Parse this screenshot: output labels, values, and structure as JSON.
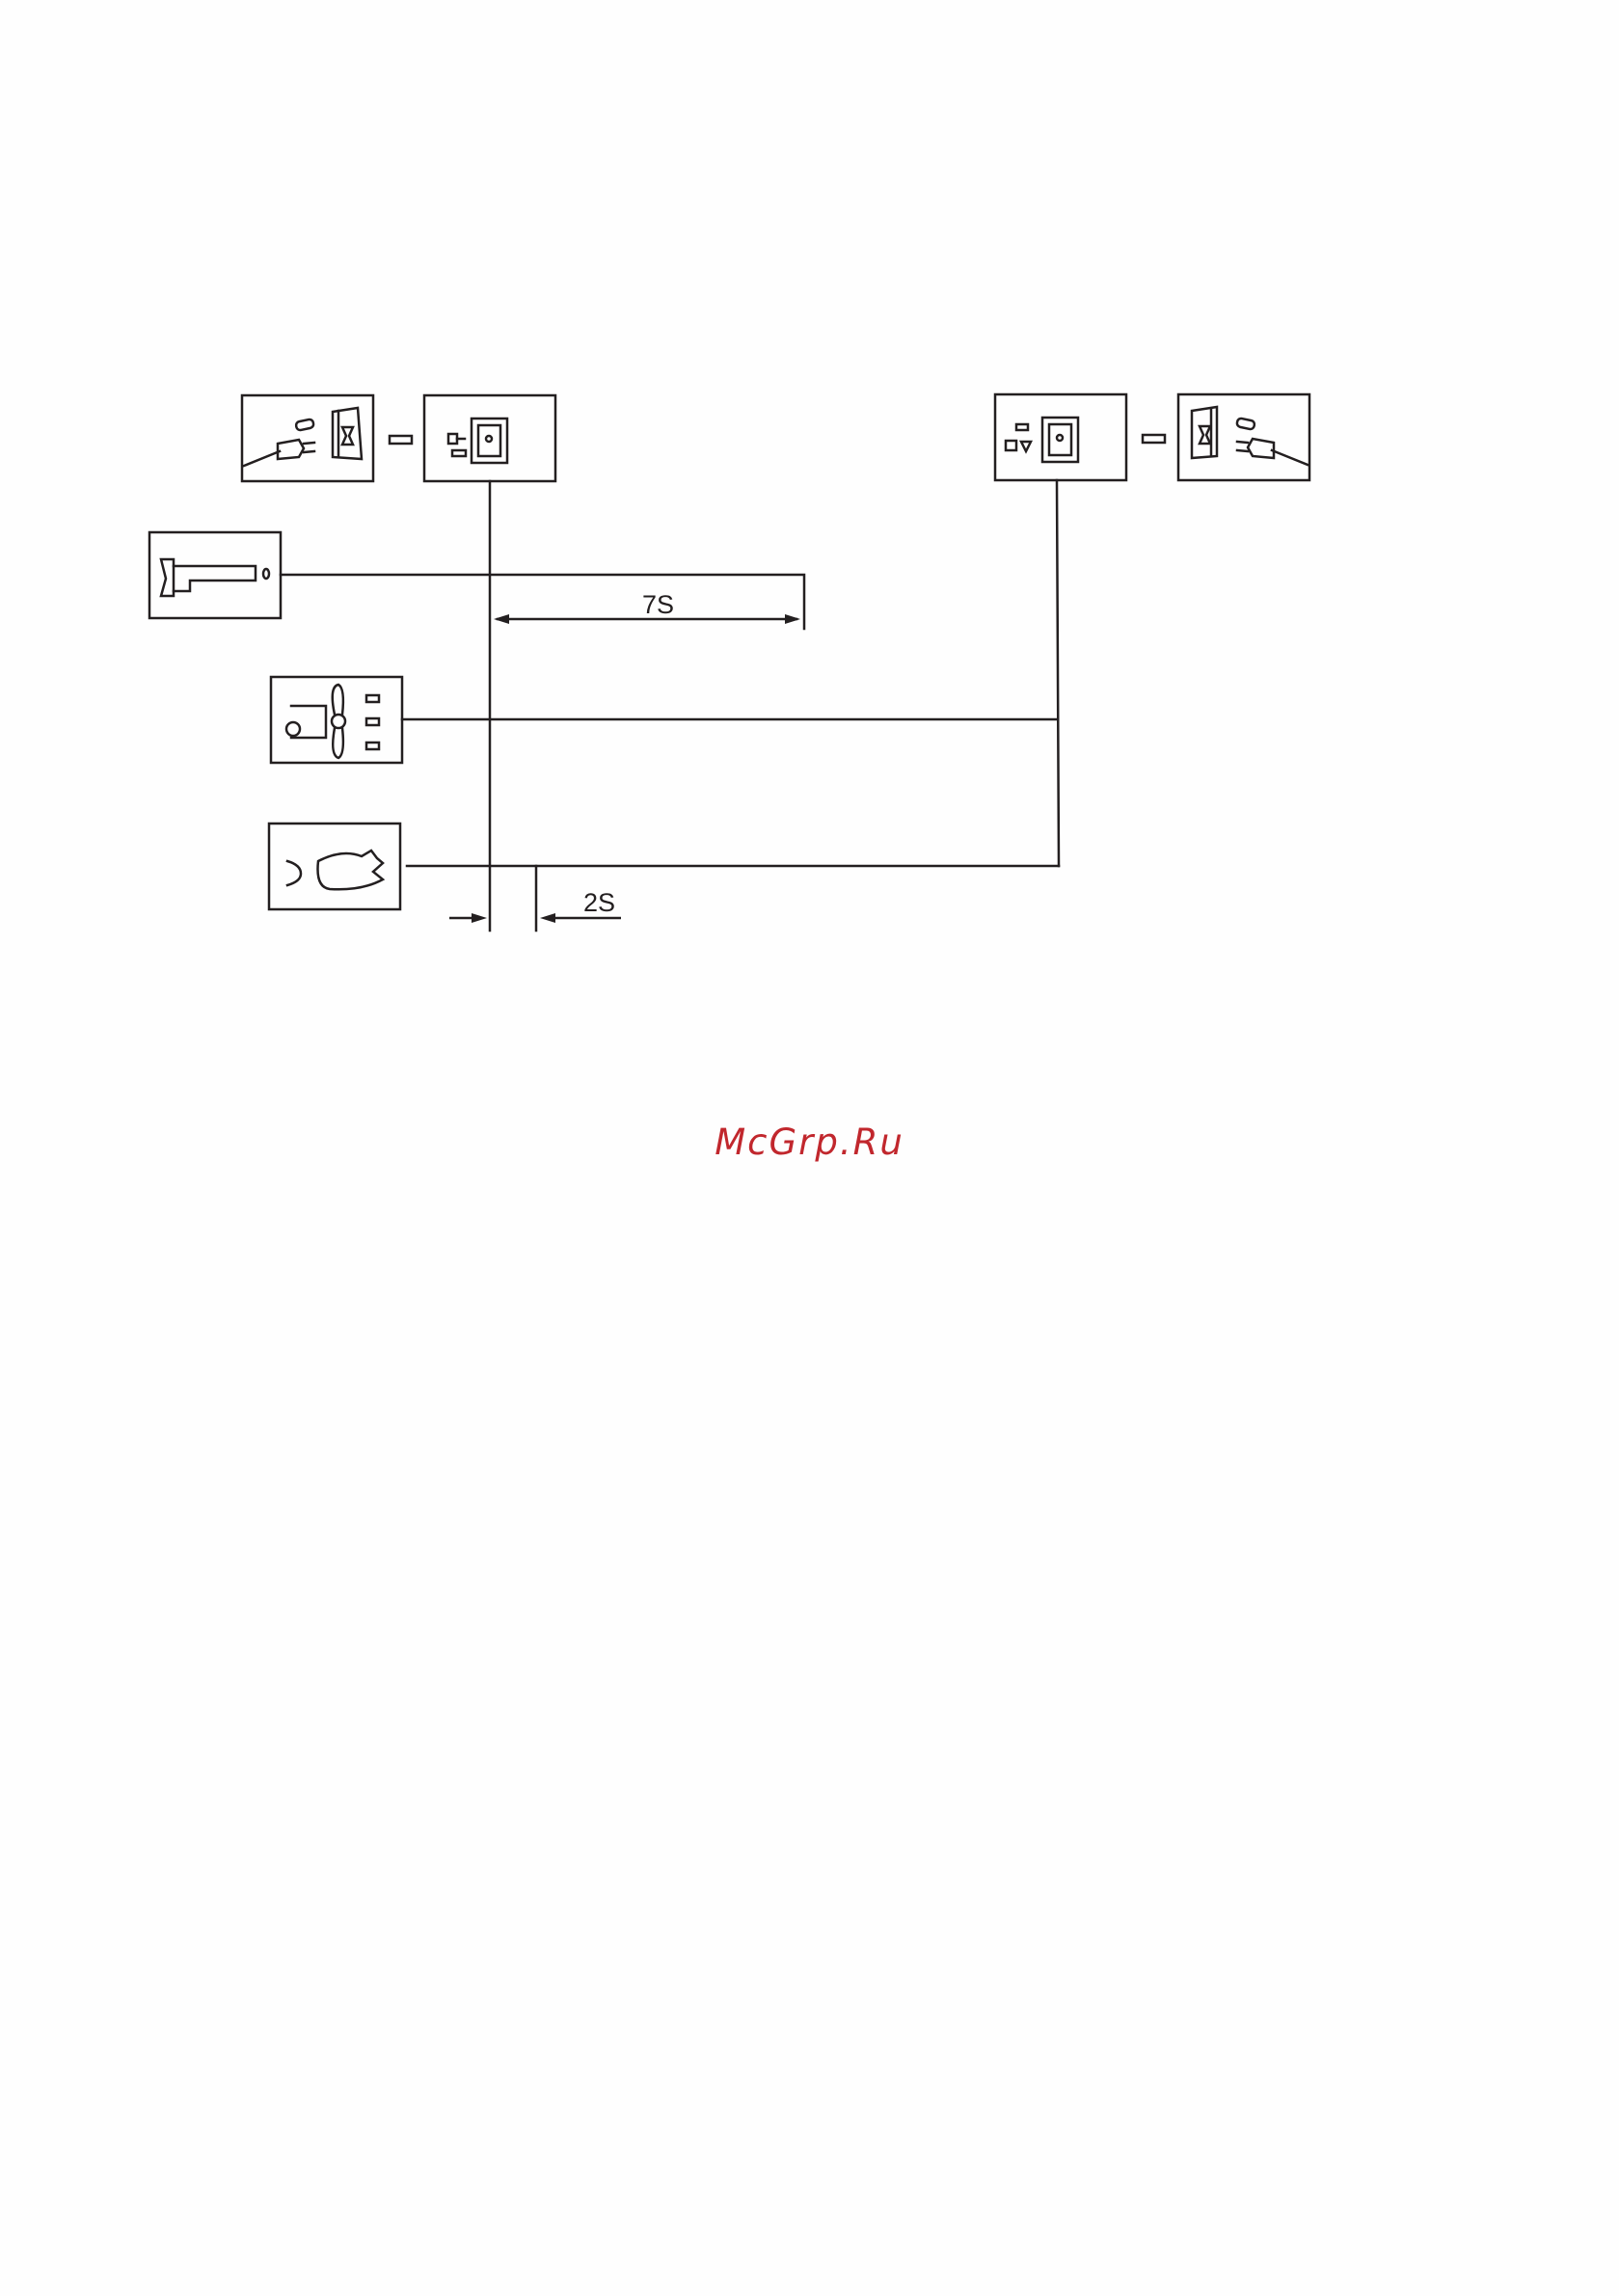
{
  "diagram": {
    "labels": {
      "interval_long": "7S",
      "interval_short": "2S"
    },
    "icons": [
      "plug-door-icon",
      "switch-panel-icon",
      "light-tube-icon",
      "fan-icon",
      "flame-icon",
      "switch-panel-icon",
      "plug-door-icon"
    ],
    "colors": {
      "line": "#231f20",
      "background": "#fefefe"
    }
  },
  "watermark": {
    "text": "McGrp.Ru",
    "color": "#c1272d"
  }
}
